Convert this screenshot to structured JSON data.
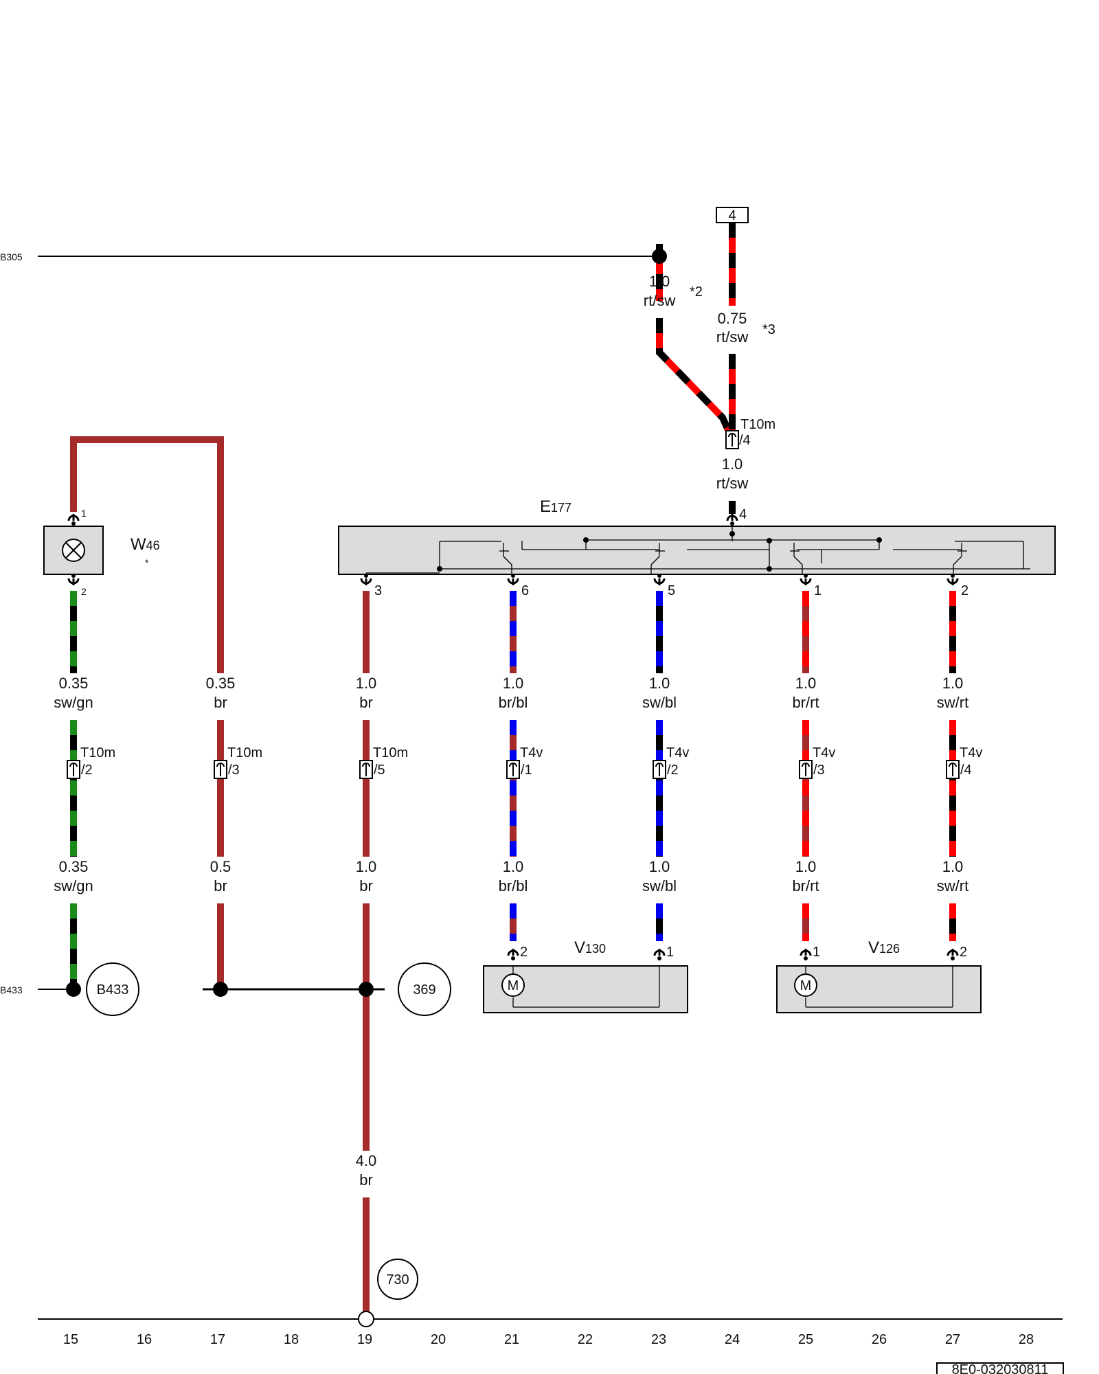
{
  "colors": {
    "br": "#a52a2a",
    "sw": "#000000",
    "rt": "#ff0000",
    "gn": "#1a8a1a",
    "bl": "#0000ee",
    "box_fill": "#dcdcdc",
    "line": "#000000"
  },
  "refs": {
    "b305": "B305",
    "b433": "B433",
    "b433_circle": "B433",
    "c369": "369",
    "c730": "730",
    "top_box": "4",
    "doc_id": "8E0-032030811"
  },
  "components": {
    "w46": {
      "name": "W",
      "sub": "46",
      "star": "*",
      "pin_top": "1",
      "pin_bottom": "2",
      "icon": "lamp-icon"
    },
    "e177": {
      "name": "E",
      "sub": "177",
      "pin_top": "4",
      "pins_bottom": [
        "3",
        "6",
        "5",
        "1",
        "2"
      ]
    },
    "v130": {
      "name": "V",
      "sub": "130",
      "pin_left": "2",
      "pin_right": "1",
      "motor": "M"
    },
    "v126": {
      "name": "V",
      "sub": "126",
      "pin_left": "1",
      "pin_right": "2",
      "motor": "M"
    }
  },
  "wires": {
    "top_left": {
      "gauge": "1.0",
      "color": "rt/sw",
      "note": "*2"
    },
    "top_right": {
      "gauge": "0.75",
      "color": "rt/sw",
      "note": "*3"
    },
    "top_merge": {
      "gauge": "1.0",
      "color": "rt/sw"
    },
    "top_conn": {
      "name": "T10m",
      "pin": "/4"
    },
    "c15": {
      "g1": "0.35",
      "c1": "sw/gn",
      "conn": "T10m",
      "pin": "/2",
      "g2": "0.35",
      "c2": "sw/gn"
    },
    "c17": {
      "g1": "0.35",
      "c1": "br",
      "conn": "T10m",
      "pin": "/3",
      "g2": "0.5",
      "c2": "br"
    },
    "c19": {
      "g1": "1.0",
      "c1": "br",
      "conn": "T10m",
      "pin": "/5",
      "g2": "1.0",
      "c2": "br",
      "g3": "4.0",
      "c3": "br"
    },
    "c21": {
      "g1": "1.0",
      "c1": "br/bl",
      "conn": "T4v",
      "pin": "/1",
      "g2": "1.0",
      "c2": "br/bl"
    },
    "c23": {
      "g1": "1.0",
      "c1": "sw/bl",
      "conn": "T4v",
      "pin": "/2",
      "g2": "1.0",
      "c2": "sw/bl"
    },
    "c25": {
      "g1": "1.0",
      "c1": "br/rt",
      "conn": "T4v",
      "pin": "/3",
      "g2": "1.0",
      "c2": "br/rt"
    },
    "c27": {
      "g1": "1.0",
      "c1": "sw/rt",
      "conn": "T4v",
      "pin": "/4",
      "g2": "1.0",
      "c2": "sw/rt"
    }
  },
  "track_numbers": [
    "15",
    "16",
    "17",
    "18",
    "19",
    "20",
    "21",
    "22",
    "23",
    "24",
    "25",
    "26",
    "27",
    "28"
  ]
}
